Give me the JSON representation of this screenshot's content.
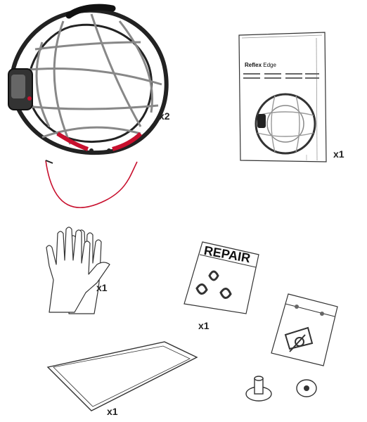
{
  "manual": {
    "brand": "Reflex",
    "model": "Edge",
    "quantity": "x1"
  },
  "snow_chain": {
    "quantity": "x2"
  },
  "gloves": {
    "quantity": "x1"
  },
  "repair_bag": {
    "label": "REPAIR",
    "quantity": "x1"
  },
  "mat": {
    "quantity": "x1"
  },
  "colors": {
    "accent": "#c8102e",
    "outline": "#222222"
  }
}
